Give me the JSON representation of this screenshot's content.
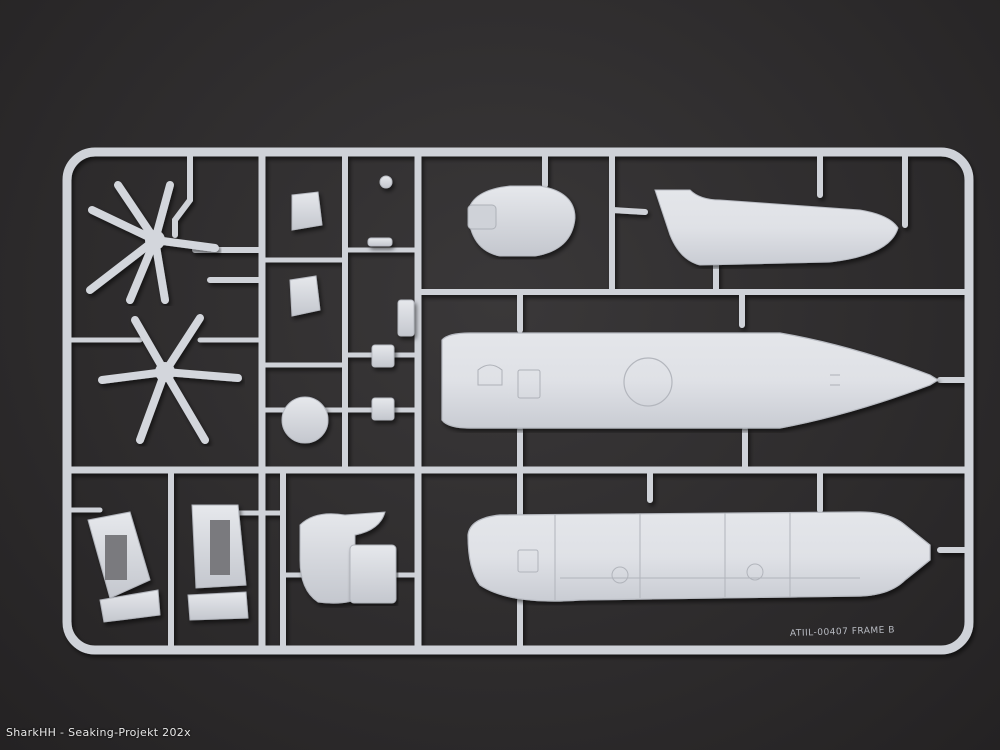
{
  "photo": {
    "subject": "plastic model kit sprue frame",
    "background_color": "#2e2c2d",
    "plastic_color": "#d9dbe0"
  },
  "sprue": {
    "frame_label": "ATIIL-00407 FRAME B"
  },
  "watermark": {
    "text": "SharkHH - Seaking-Projekt 202x"
  }
}
